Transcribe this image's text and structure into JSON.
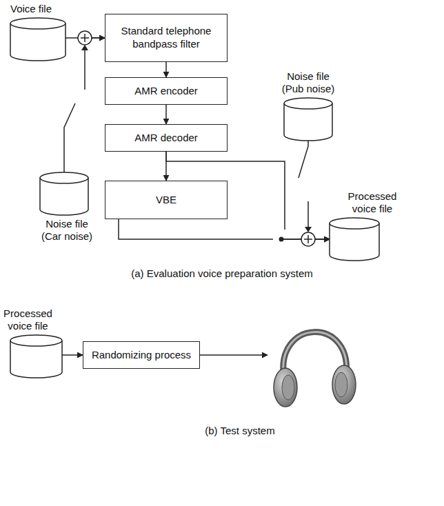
{
  "diagram": {
    "nodes": [
      {
        "text": [
          "Voice file"
        ]
      },
      {
        "text": [
          "Standard telephone bandpass filter"
        ]
      },
      {
        "text": [
          "AMR encoder"
        ]
      },
      {
        "text": [
          "AMR decoder"
        ]
      },
      {
        "text": [
          "VBE"
        ]
      },
      {
        "text": [
          "Noise file (Car noise)"
        ]
      },
      {
        "text": [
          "Noise file (Pub noise)"
        ]
      },
      {
        "text": [
          "Processed voice file"
        ]
      },
      {
        "text": [
          "Processed voice file"
        ]
      },
      {
        "text": [
          "Randomizing process"
        ]
      }
    ],
    "edges": [
      {
        "from": 0,
        "to": 1,
        "arrow": "to"
      },
      {
        "from": 5,
        "to": 1,
        "arrow": "to"
      },
      {
        "from": 1,
        "to": 2,
        "arrow": "to"
      },
      {
        "from": 2,
        "to": 3,
        "arrow": "to"
      },
      {
        "from": 3,
        "to": 4,
        "arrow": "to"
      },
      {
        "from": 3,
        "to": 7,
        "arrow": "to"
      },
      {
        "from": 4,
        "to": 7,
        "arrow": "to"
      },
      {
        "from": 6,
        "to": 7,
        "arrow": "to"
      },
      {
        "from": 8,
        "to": 9,
        "arrow": "to"
      }
    ],
    "labels": [
      "(a) Evaluation voice preparation system",
      "(b) Test system"
    ]
  }
}
